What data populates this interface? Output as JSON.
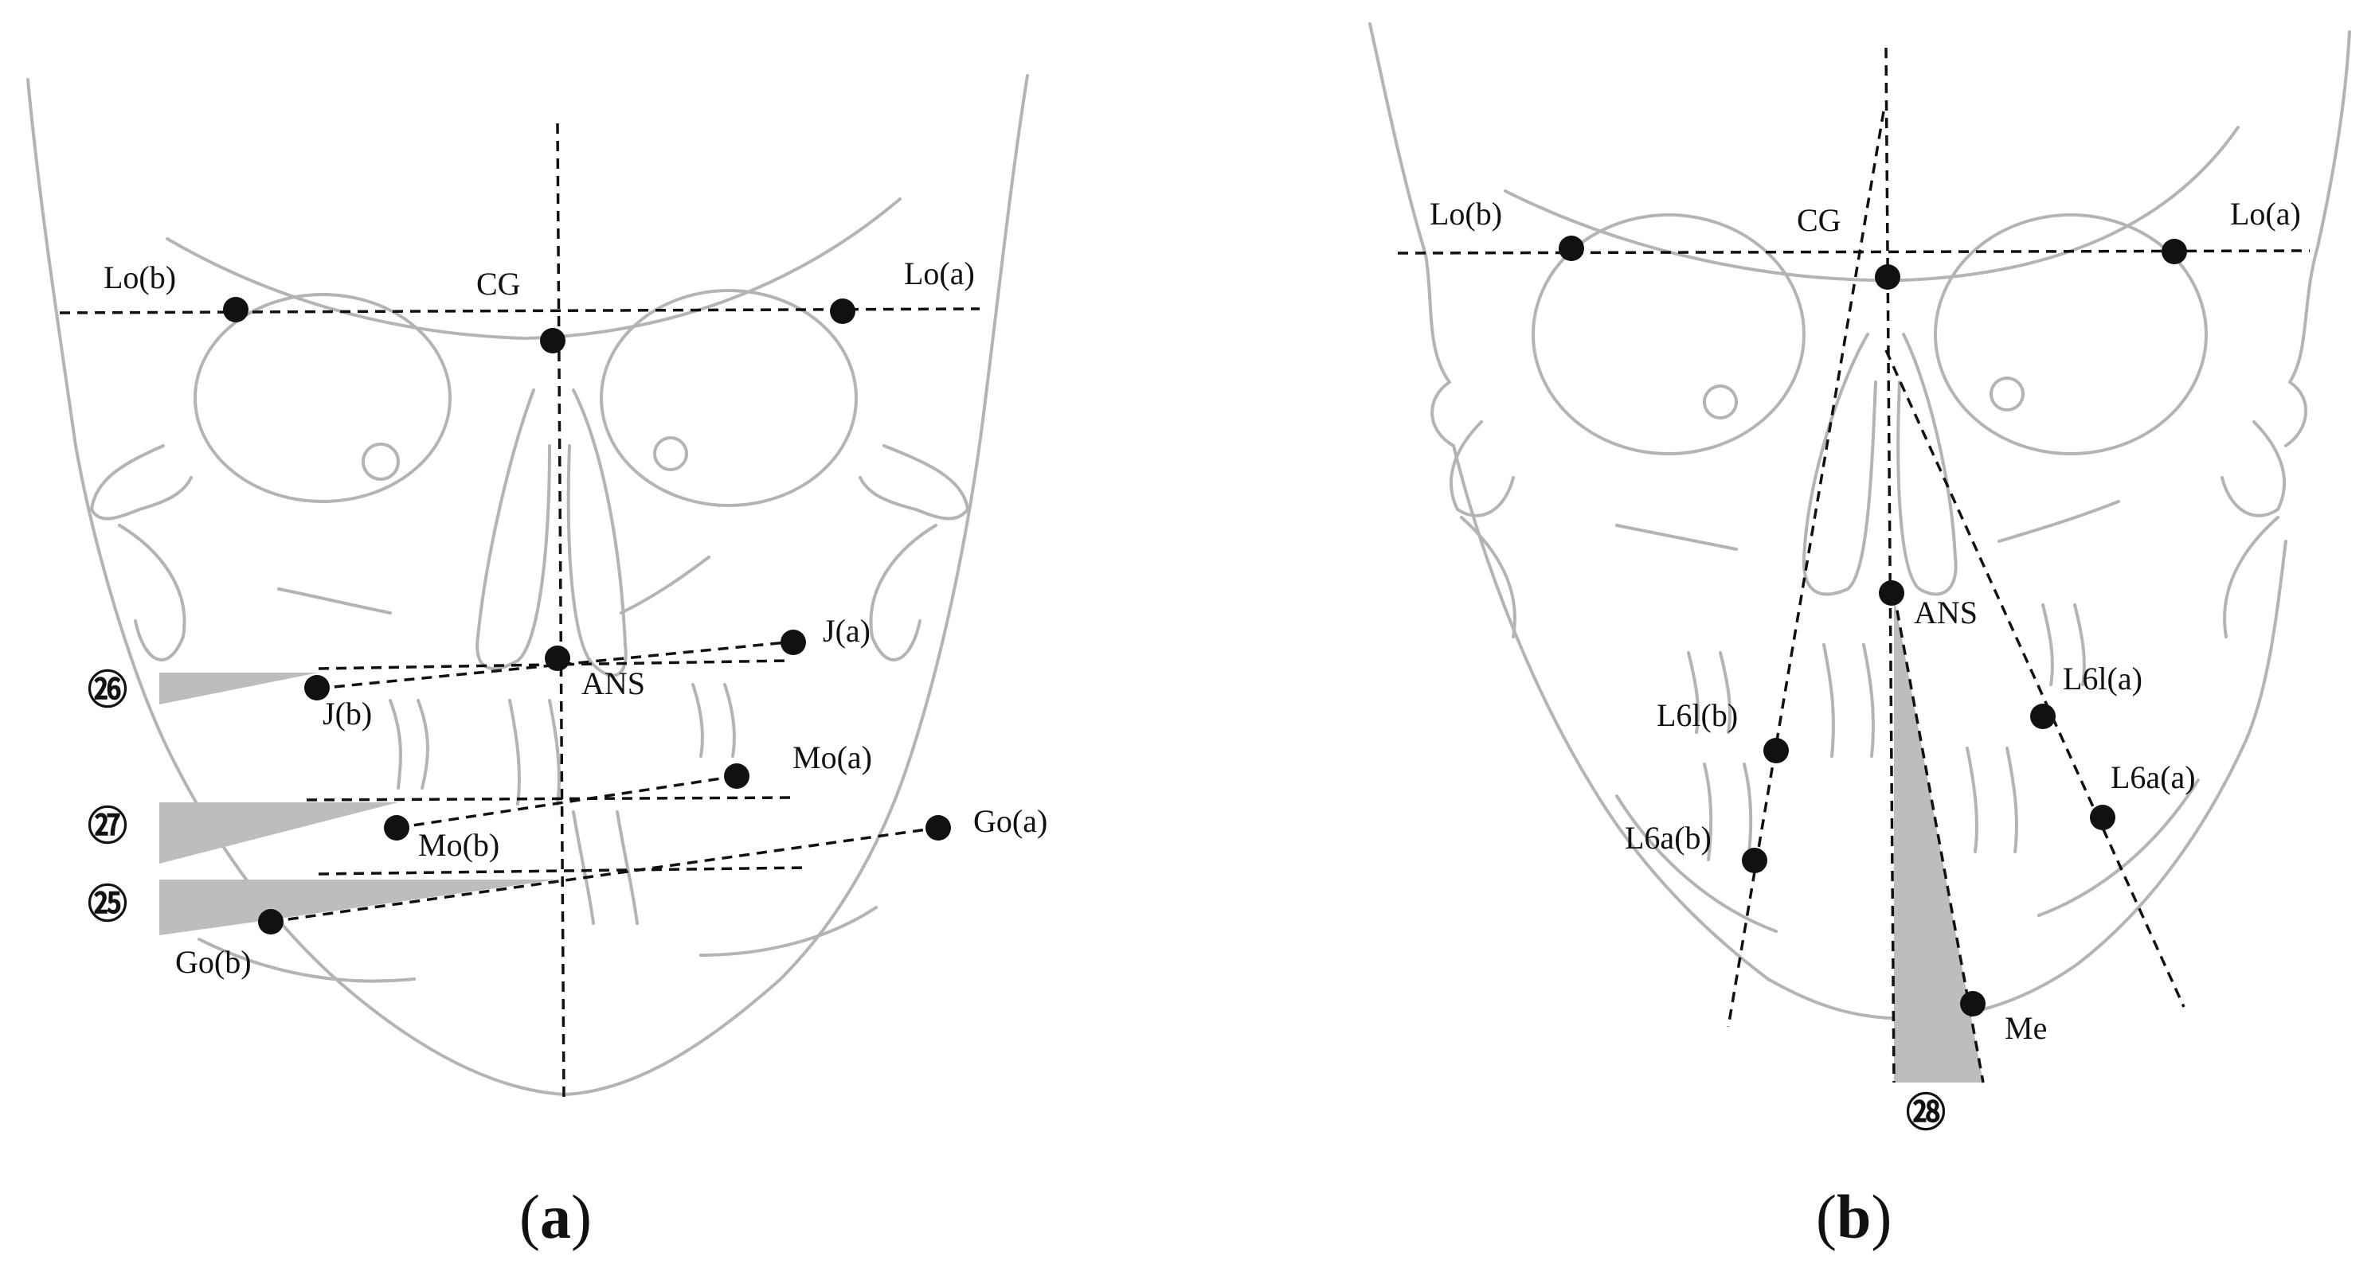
{
  "panels": {
    "a": {
      "caption_open": "(",
      "caption_letter": "a",
      "caption_close": ")",
      "labels": {
        "lo_b": "Lo(b)",
        "cg": "CG",
        "lo_a": "Lo(a)",
        "j_a": "J(a)",
        "ans": "ANS",
        "j_b": "J(b)",
        "mo_a": "Mo(a)",
        "mo_b": "Mo(b)",
        "go_a": "Go(a)",
        "go_b": "Go(b)"
      },
      "badges": {
        "b26": "㉖",
        "b27": "㉗",
        "b25": "㉕"
      }
    },
    "b": {
      "caption_open": "(",
      "caption_letter": "b",
      "caption_close": ")",
      "labels": {
        "lo_b": "Lo(b)",
        "cg": "CG",
        "lo_a": "Lo(a)",
        "ans": "ANS",
        "l6l_a": "L6l(a)",
        "l6l_b": "L6l(b)",
        "l6a_a": "L6a(a)",
        "l6a_b": "L6a(b)",
        "me": "Me"
      },
      "badges": {
        "b28": "㉘"
      }
    }
  },
  "colors": {
    "outline": "#b4b4b4",
    "wedge": "#bdbdbd",
    "ink": "#111111"
  }
}
